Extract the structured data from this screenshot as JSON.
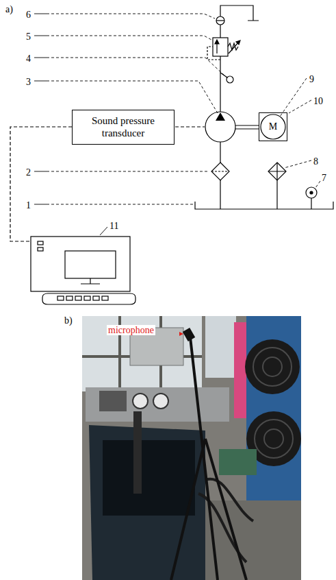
{
  "diagram": {
    "nodes": [
      {
        "text": [
          "Sound pressure transducer"
        ]
      },
      {
        "text": [
          "M"
        ]
      }
    ],
    "labels": [
      "a)",
      "6",
      "5",
      "4",
      "3",
      "9",
      "10",
      "2",
      "8",
      "7",
      "1",
      "11",
      "b)",
      "microphone"
    ]
  }
}
